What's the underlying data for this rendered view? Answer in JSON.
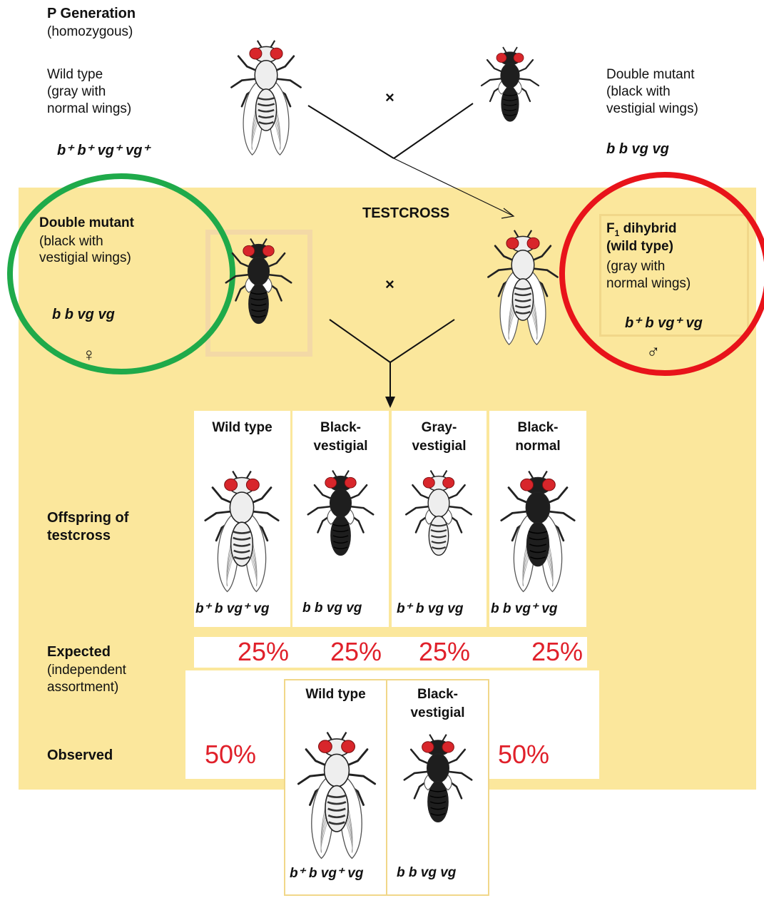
{
  "p_generation": {
    "title": "P Generation",
    "subtitle": "(homozygous)",
    "left": {
      "name": "Wild type",
      "desc1": "(gray with",
      "desc2": "normal wings)",
      "genotype": "b⁺ b⁺ vg⁺ vg⁺",
      "fly": "gray-normal-fly"
    },
    "cross_symbol": "×",
    "right": {
      "name": "Double mutant",
      "desc1": "(black with",
      "desc2": "vestigial wings)",
      "genotype": "b b vg vg",
      "fly": "black-vestigial-fly"
    }
  },
  "testcross": {
    "title": "TESTCROSS",
    "cross_symbol": "×",
    "female": {
      "name": "Double mutant",
      "desc1": "(black with",
      "desc2": "vestigial wings)",
      "genotype": "b b vg vg",
      "sex_symbol": "♀",
      "highlight_color": "#1faa4a"
    },
    "male": {
      "name_line1": "F",
      "name_sub": "1",
      "name_line1b": " dihybrid",
      "name_line2": "(wild type)",
      "desc1": "(gray with",
      "desc2": "normal wings)",
      "genotype": "b⁺ b vg⁺ vg",
      "sex_symbol": "♂",
      "highlight_color": "#e8131a"
    }
  },
  "offspring": {
    "label_line1": "Offspring of",
    "label_line2": "testcross",
    "columns": [
      {
        "head1": "Wild type",
        "head2": "",
        "genotype": "b⁺ b vg⁺ vg",
        "expected": "25%"
      },
      {
        "head1": "Black-",
        "head2": "vestigial",
        "genotype": "b b vg vg",
        "expected": "25%"
      },
      {
        "head1": "Gray-",
        "head2": "vestigial",
        "genotype": "b⁺ b vg vg",
        "expected": "25%"
      },
      {
        "head1": "Black-",
        "head2": "normal",
        "genotype": "b b vg⁺ vg",
        "expected": "25%"
      }
    ]
  },
  "expected": {
    "label": "Expected",
    "sub1": "(independent",
    "sub2": "assortment)"
  },
  "observed": {
    "label": "Observed",
    "left_pct": "50%",
    "right_pct": "50%",
    "columns": [
      {
        "head1": "Wild type",
        "head2": "",
        "genotype": "b⁺ b vg⁺ vg"
      },
      {
        "head1": "Black-",
        "head2": "vestigial",
        "genotype": "b b vg vg"
      }
    ]
  },
  "colors": {
    "panel_bg": "#fbe79c",
    "percent_red": "#e0202a",
    "eye_red": "#d8262b"
  }
}
